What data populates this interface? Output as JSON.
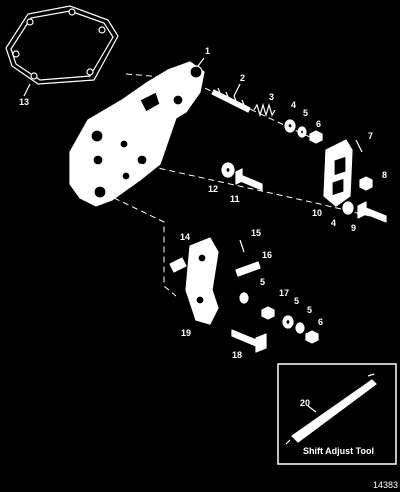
{
  "callouts": {
    "c1": "1",
    "c2": "2",
    "c3": "3",
    "c4a": "4",
    "c5a": "5",
    "c6a": "6",
    "c7": "7",
    "c8": "8",
    "c9": "9",
    "c10": "10",
    "c4b": "4",
    "c11": "11",
    "c12": "12",
    "c13": "13",
    "c14": "14",
    "c15": "15",
    "c16": "16",
    "c5b": "5",
    "c17": "17",
    "c5c": "5",
    "c5d": "5",
    "c6b": "6",
    "c19": "19",
    "c18": "18",
    "c20": "20"
  },
  "inset_caption": "Shift Adjust Tool",
  "figure_number": "14383"
}
